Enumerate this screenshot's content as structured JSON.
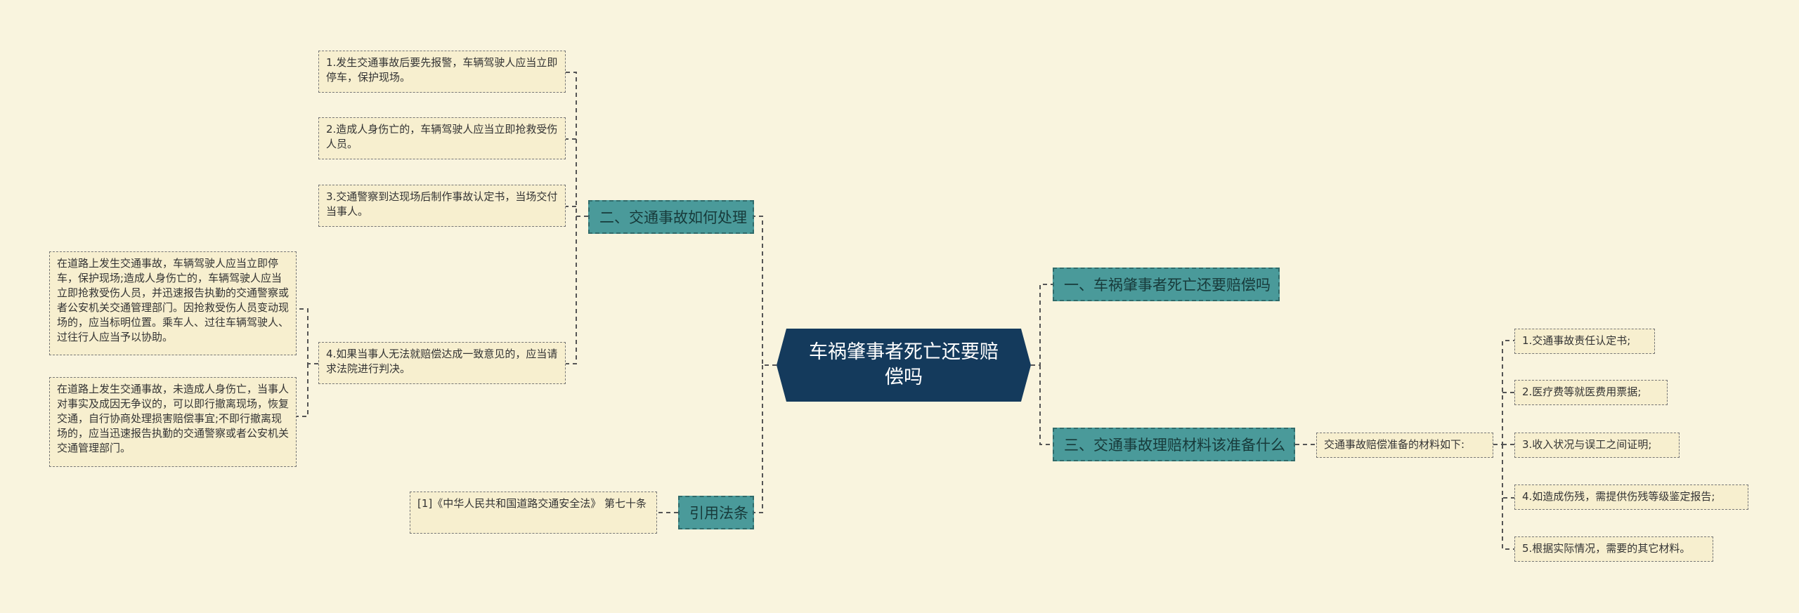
{
  "root": {
    "title": "车祸肇事者死亡还要赔偿吗"
  },
  "branches": {
    "b1": "一、车祸肇事者死亡还要赔偿吗",
    "b2": "二、交通事故如何处理",
    "b3": "三、交通事故理赔材料该准备什么",
    "b4": "引用法条"
  },
  "left_leaves": {
    "l1": "1.发生交通事故后要先报警，车辆驾驶人应当立即停车，保护现场。",
    "l2": "2.造成人身伤亡的，车辆驾驶人应当立即抢救受伤人员。",
    "l3": "3.交通警察到达现场后制作事故认定书，当场交付当事人。",
    "l4": "4.如果当事人无法就赔偿达成一致意见的，应当请求法院进行判决。",
    "d1": "在道路上发生交通事故，车辆驾驶人应当立即停车，保护现场;造成人身伤亡的，车辆驾驶人应当立即抢救受伤人员，并迅速报告执勤的交通警察或者公安机关交通管理部门。因抢救受伤人员变动现场的，应当标明位置。乘车人、过往车辆驾驶人、过往行人应当予以协助。",
    "d2": "在道路上发生交通事故，未造成人身伤亡，当事人对事实及成因无争议的，可以即行撤离现场，恢复交通，自行协商处理损害赔偿事宜;不即行撤离现场的，应当迅速报告执勤的交通警察或者公安机关交通管理部门。",
    "law": "[1]《中华人民共和国道路交通安全法》 第七十条"
  },
  "right_leaves": {
    "intro": "交通事故赔偿准备的材料如下:",
    "m1": "1.交通事故责任认定书;",
    "m2": "2.医疗费等就医费用票据;",
    "m3": "3.收入状况与误工之间证明;",
    "m4": "4.如造成伤残，需提供伤残等级鉴定报告;",
    "m5": "5.根据实际情况，需要的其它材料。"
  }
}
